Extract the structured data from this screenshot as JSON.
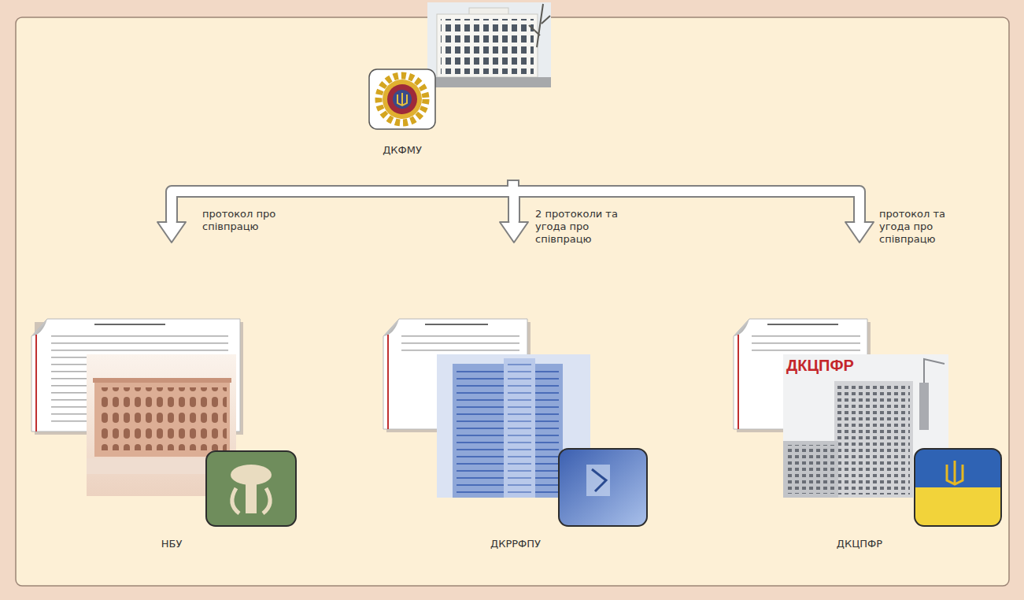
{
  "diagram": {
    "nodes": [
      {
        "text": [
          "ДКФМУ"
        ]
      },
      {
        "text": [
          "НБУ"
        ]
      },
      {
        "text": [
          "ДКРРФПУ"
        ]
      },
      {
        "text": [
          "ДКЦПФР"
        ]
      }
    ],
    "edges": [
      {
        "from": 0,
        "to": 1,
        "arrow": "to",
        "label": "протокол про співпрацю"
      },
      {
        "from": 0,
        "to": 2,
        "arrow": "to",
        "label": "2 протоколи та угода про співпрацю"
      },
      {
        "from": 0,
        "to": 3,
        "arrow": "to",
        "label": "протокол та угода про співпрацю"
      }
    ],
    "labels": [
      "ДКЦПФР"
    ]
  }
}
